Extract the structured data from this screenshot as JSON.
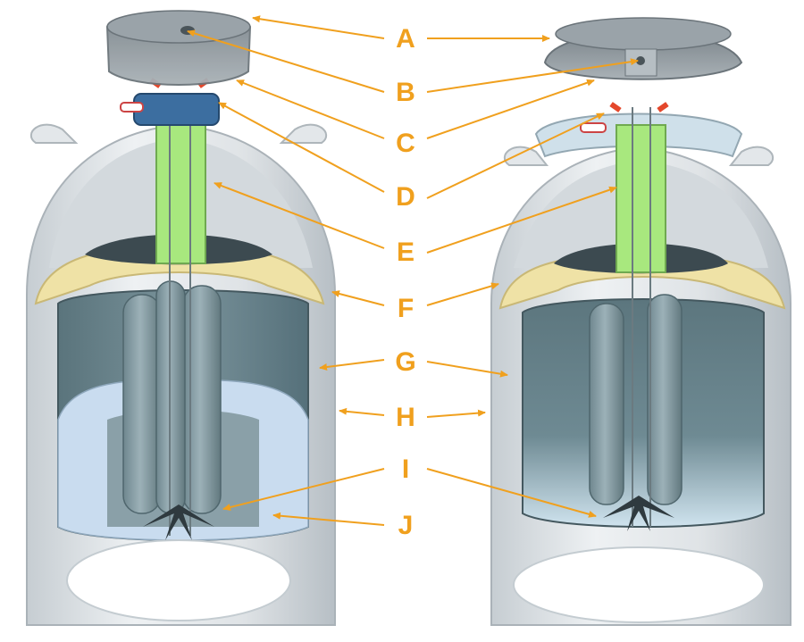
{
  "colors": {
    "accent_arrow": "#f0a01e",
    "callout_text": "#f0a01e",
    "outer_shell": "#d9dde0",
    "outer_shell_dark": "#b9c0c5",
    "inner_vessel": "#6f8a92",
    "inner_vessel_dark": "#4f666d",
    "canister": "#8aa0a8",
    "neck_tube": "#a8e87e",
    "insulation": "#efe2a6",
    "top_dark": "#3c4a50",
    "lid": "#8a9298",
    "cork_blue": "#3c6ea0",
    "liquid_light": "#c9dcef",
    "spider": "#2f3a3f"
  },
  "labels": [
    "A",
    "B",
    "C",
    "D",
    "E",
    "F",
    "G",
    "H",
    "I",
    "J"
  ]
}
